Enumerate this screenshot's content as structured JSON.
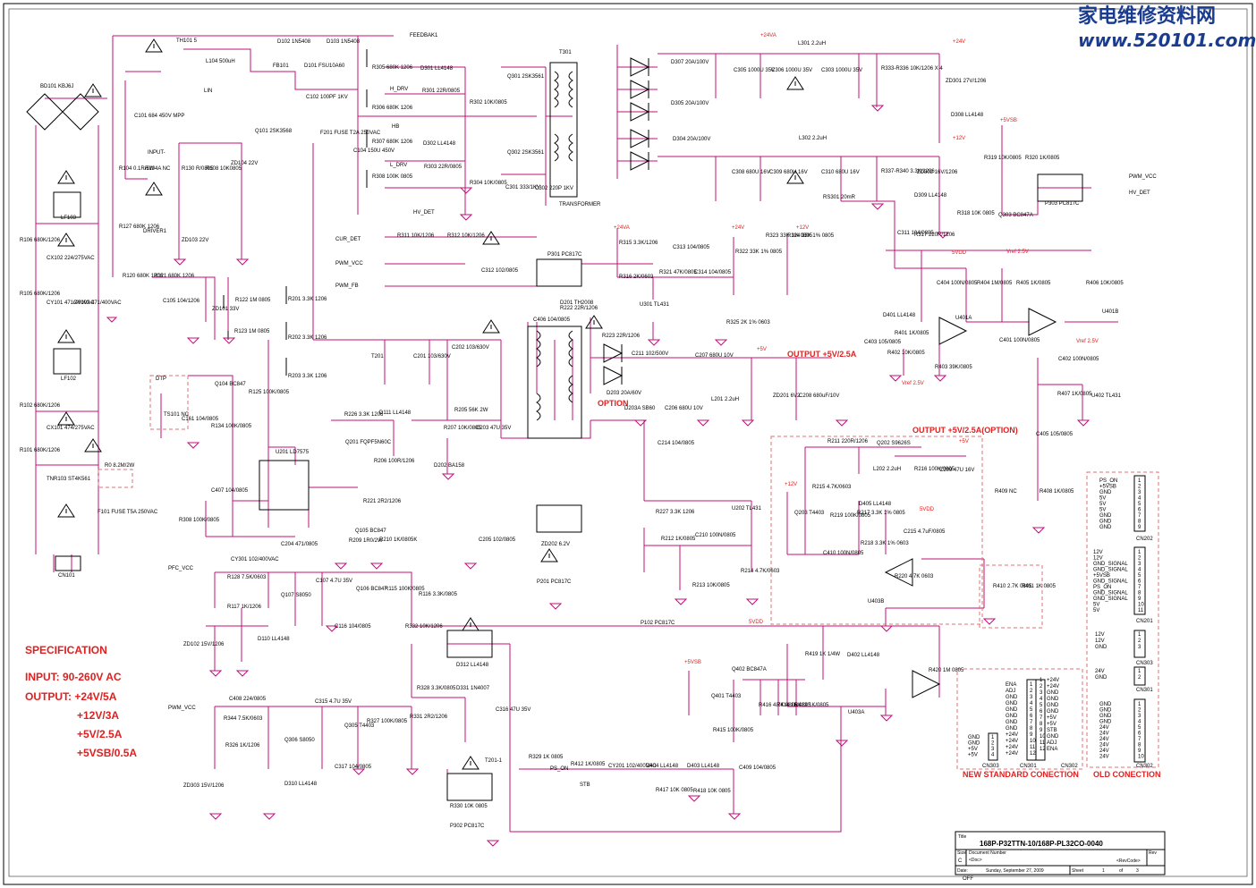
{
  "watermark": {
    "cn": "家电维修资料网",
    "url": "www.520101.com"
  },
  "specification": {
    "title": "SPECIFICATION",
    "input": "INPUT: 90-260V AC",
    "output_lines": [
      "OUTPUT: +24V/5A",
      "+12V/3A",
      "+5V/2.5A",
      "+5VSB/0.5A"
    ]
  },
  "outputs": {
    "main5v": "OUTPUT +5V/2.5A",
    "opt5v": "OUTPUT +5V/2.5A(OPTION)",
    "option": "OPTION"
  },
  "title_block": {
    "title_hdr": "Title",
    "title": "168P-P32TTN-10/168P-PL32CO-0040",
    "size_hdr": "Size",
    "size": "C",
    "docnum_hdr": "Document Number",
    "docnum": "<Doc>",
    "rev_hdr": "Rev",
    "rev": "<RevCode>",
    "date_hdr": "Date:",
    "date": "Sunday, September 27, 2009",
    "sheet_hdr": "Sheet",
    "sheet": "1",
    "of_hdr": "of",
    "of": "3"
  },
  "connectors": {
    "std_title": "NEW STANDARD CONECTION",
    "old_title": "OLD CONECTION",
    "cn303": {
      "name": "CN303",
      "pins": [
        "GND",
        "GND",
        "+5V",
        "+5V"
      ]
    },
    "cn301": {
      "name": "CN301",
      "pins": [
        "ENA",
        "ADJ",
        "GND",
        "GND",
        "GND",
        "GND",
        "GND",
        "GND",
        "+24V",
        "+24V",
        "+24V",
        "+24V"
      ]
    },
    "cn302": {
      "name": "CN302",
      "pins": [
        "+24V",
        "+24V",
        "GND",
        "GND",
        "GND",
        "GND",
        "+5V",
        "+5V",
        "STB",
        "GND",
        "ADJ",
        "ENA"
      ]
    },
    "cn202": {
      "name": "CN202",
      "pins": [
        "PS_ON",
        "+5VSB",
        "GND",
        "5V",
        "5V",
        "5V",
        "GND",
        "GND",
        "GND"
      ]
    },
    "cn201": {
      "name": "CN201",
      "pins": [
        "12V",
        "12V",
        "GND_SIGNAL",
        "GND_SIGNAL",
        "+5VSB",
        "GND_SIGNAL",
        "PS_ON",
        "GND_SIGNAL",
        "GND_SIGNAL",
        "5V",
        "5V"
      ]
    },
    "cn303b": {
      "name": "CN303",
      "pins": [
        "12V",
        "12V",
        "GND"
      ]
    },
    "cn301b": {
      "name": "CN301",
      "pins": [
        "24V",
        "GND"
      ]
    },
    "cn302b": {
      "name": "CN302",
      "pins": [
        "GND",
        "GND",
        "GND",
        "GND",
        "24V",
        "24V",
        "24V",
        "24V",
        "24V",
        "24V"
      ]
    }
  },
  "rails": [
    "+24VA",
    "+24V",
    "+12V",
    "+5VSB",
    "5VDD",
    "+24VA",
    "+24V",
    "+12V",
    "+5V",
    "Vref 2.5V",
    "Vref 2.5V",
    "Vref 2.5V",
    "5VDD",
    "+12V",
    "+5V",
    "5VDD",
    "+5VSB"
  ],
  "nets": [
    "FEEDBAK1",
    "LIN",
    "INPUT-",
    "DRIVER1",
    "H_DRV",
    "HB",
    "L_DRV",
    "HV_DET",
    "CUR_DET",
    "PWM_VCC",
    "PWM_FB",
    "PFC_VCC",
    "PWM_VCC",
    "PS_ON",
    "PWM_VCC",
    "HV_DET",
    "DTP"
  ],
  "components": [
    "TH101 5",
    "L104 500uH",
    "FB101",
    "D102 1N5408",
    "D103 1N5408",
    "D101 FSU10A60",
    "C102 100PF 1KV",
    "BD101 KBJ6J",
    "C101 684 450V MPP",
    "Q101 2SK3568",
    "R104 0.1R/5W",
    "R104A NC",
    "R130 R/0805",
    "R108 10K0805",
    "ZD104 22V",
    "ZD103 22V",
    "R127 680K 1206",
    "R106 680K/1206",
    "R105 680K/1206",
    "R120 680K 1206",
    "R121 680K 1206",
    "LF103",
    "CX102 224/275VAC",
    "CY101 471/400VAC",
    "CY102 471/400VAC",
    "LF102",
    "CX101 474/275VAC",
    "R102 680K/1206",
    "R101 680K/1206",
    "TNR103 ST4K561",
    "R0 8.2M/2W",
    "F101 FUSE T5A 250VAC",
    "CN101",
    "C105 104/1206",
    "ZD101 33V",
    "R122 1M 0805",
    "R123 1M 0805",
    "Q104 BC847",
    "R125 100K/0805",
    "TS101 NC",
    "C161 104/0805",
    "R134 100K/0805",
    "U201 LD7575",
    "R201 3.3K 1206",
    "R202 3.3K 1206",
    "R203 3.3K 1206",
    "F201 FUSE T2A 250VAC",
    "C104 150U 450V",
    "R305 680K 1206",
    "R306 680K 1206",
    "R307 680K 1206",
    "R308 100K 0805",
    "D301 LL4148",
    "R301 22R/0805",
    "Q301 2SK3561",
    "R302 10K/0805",
    "D302 LL4148",
    "R303 22R/0805",
    "Q302 2SK3561",
    "R304 10K/0805",
    "C301 333/1KV",
    "C302 220P 1KV",
    "T301",
    "TRANSFORMER",
    "D307 20A/100V",
    "D305 20A/100V",
    "D304 20A/100V",
    "C305 1000U 35V",
    "C306 1000U 35V",
    "L301 2.2uH",
    "C303 1000U 35V",
    "R333-R336 10K/1206 X 4",
    "ZD301 27V/1206",
    "D308 LL4148",
    "C308 680U 16V",
    "C309 680U 16V",
    "L302 2.2uH",
    "C310 680U 16V",
    "R337-R340 3.3K/1206",
    "ZD302 16V/1206",
    "RS301 20mR",
    "D309 LL4148",
    "R317 220R/1206",
    "C311 104/0805",
    "R318 10K 0805",
    "Q303 BC847A",
    "R319 10K/0805",
    "R320 1K/0805",
    "P303 PC817C",
    "R311 10K/1206",
    "R312 10K/1206",
    "P301 PC817C",
    "R315 3.3K/1206",
    "R316 2K/0603",
    "C312 102/0805",
    "C313 104/0805",
    "R321 47K/0805",
    "C314 104/0805",
    "R322 33K 1% 0805",
    "R323 33K 1% 0805",
    "R324 33K 1% 0805",
    "U301 TL431",
    "R325 2K 1% 0603",
    "C404 100N/0805",
    "R404 1M/0805",
    "R405 1K/0805",
    "R406 10K/0805",
    "U401A",
    "U401B",
    "D401 LL4148",
    "R401 1K/0805",
    "C401 100N/0805",
    "C403 105/0805",
    "R402 10K/0805",
    "R403 39K/0805",
    "C402 100N/0805",
    "R407 1K/0805",
    "U402 TL431",
    "C405 105/0805",
    "R408 1K/0805",
    "R409 NC",
    "C406 104/0805",
    "T201",
    "C201 103/630V",
    "C202 103/630V",
    "R205 56K 2W",
    "D201 TH2008",
    "R222 22R/1206",
    "R223 22R/1206",
    "C211 102/500V",
    "D203 20A/60V",
    "D203A SB60",
    "C206 680U 10V",
    "C207 680U 10V",
    "L201 2.2uH",
    "ZD201 6V2",
    "C208 680uF/10V",
    "R226 3.3K 1206",
    "D111 LL4148",
    "Q201 FQPF5N60C",
    "R206 100R/1206",
    "R207 10K/0805",
    "D202 BA158",
    "C203 47U 35V",
    "R221 2R2/1206",
    "C214 104/0805",
    "R211 220R/1206",
    "Q202 S9626S",
    "L202 2.2uH",
    "R216 100K/0805",
    "C209 47U 16V",
    "R227 3.3K 1206",
    "R212 1K/0805",
    "C210 100N/0805",
    "R213 10K/0805",
    "U202 TL431",
    "R214 4.7K/0603",
    "R215 4.7K/0603",
    "Q203 T4403",
    "R219 100K/0805",
    "D405 LL4148",
    "R217 3.3K 1% 0805",
    "R218 3.3K 1% 0603",
    "C215 4.7uF/0805",
    "C410 100N/0805",
    "R220 4.7K 0603",
    "U403B",
    "R410 2.7K 0805",
    "R411 1K 0805",
    "C407 104/0805",
    "R308 100K/0805",
    "Q105 BC847",
    "R210 1K/0805K",
    "R209 1R0/2W",
    "C204 471/0805",
    "C205 102/0805",
    "ZD202 6.2V",
    "P201 PC817C",
    "CY301 102/400VAC",
    "R128 7.5K/0603",
    "Q107 S8050",
    "R117 1K/1206",
    "D110 LL4148",
    "ZD102 15V/1206",
    "C107 4.7U 35V",
    "Q106 BC847",
    "R115 100K/0805",
    "C116 104/0805",
    "R116 3.3K/0805",
    "R332 10K/1206",
    "D312 LL4148",
    "P102 PC817C",
    "R419 1K 1/4W",
    "D402 LL4148",
    "R420 1M 0805",
    "U403A",
    "C408 224/0805",
    "R344 7.5K/0603",
    "Q306 S8050",
    "R326 1K/1206",
    "D310 LL4148",
    "ZD303 15V/1206",
    "C315 4.7U 35V",
    "Q305 T4403",
    "R327 100K/0805",
    "C317 104/0805",
    "R328 3.3K/0805",
    "D331 1N4007",
    "R331 2R2/1206",
    "C316 47U 35V",
    "T201-1",
    "R329 1K 0805",
    "R330 10K 0805",
    "P302 PC817C",
    "CY201 102/400VAC",
    "D404 LL4148",
    "D403 LL4148",
    "R417 10K 0805",
    "R418 10K 0805",
    "C409 104/0805",
    "Q402 BC847A",
    "Q401 T4403",
    "R415 100K/0805",
    "R416 4.7K 0805",
    "R414 1K/0805",
    "R413 1K/0805",
    "R412 1K/0805",
    "STB",
    "OFF"
  ]
}
